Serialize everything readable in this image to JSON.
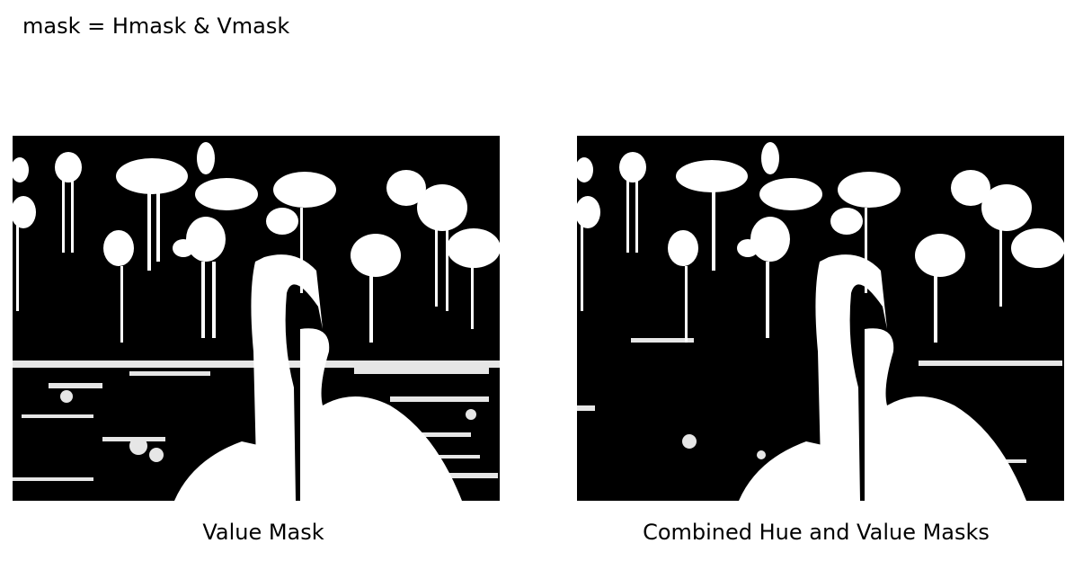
{
  "equation": "mask = Hmask & Vmask",
  "figures": [
    {
      "caption": "Value Mask"
    },
    {
      "caption": "Combined Hue and Value Masks"
    }
  ],
  "colors": {
    "background": "#ffffff",
    "mask_on": "#ffffff",
    "mask_off": "#000000"
  }
}
